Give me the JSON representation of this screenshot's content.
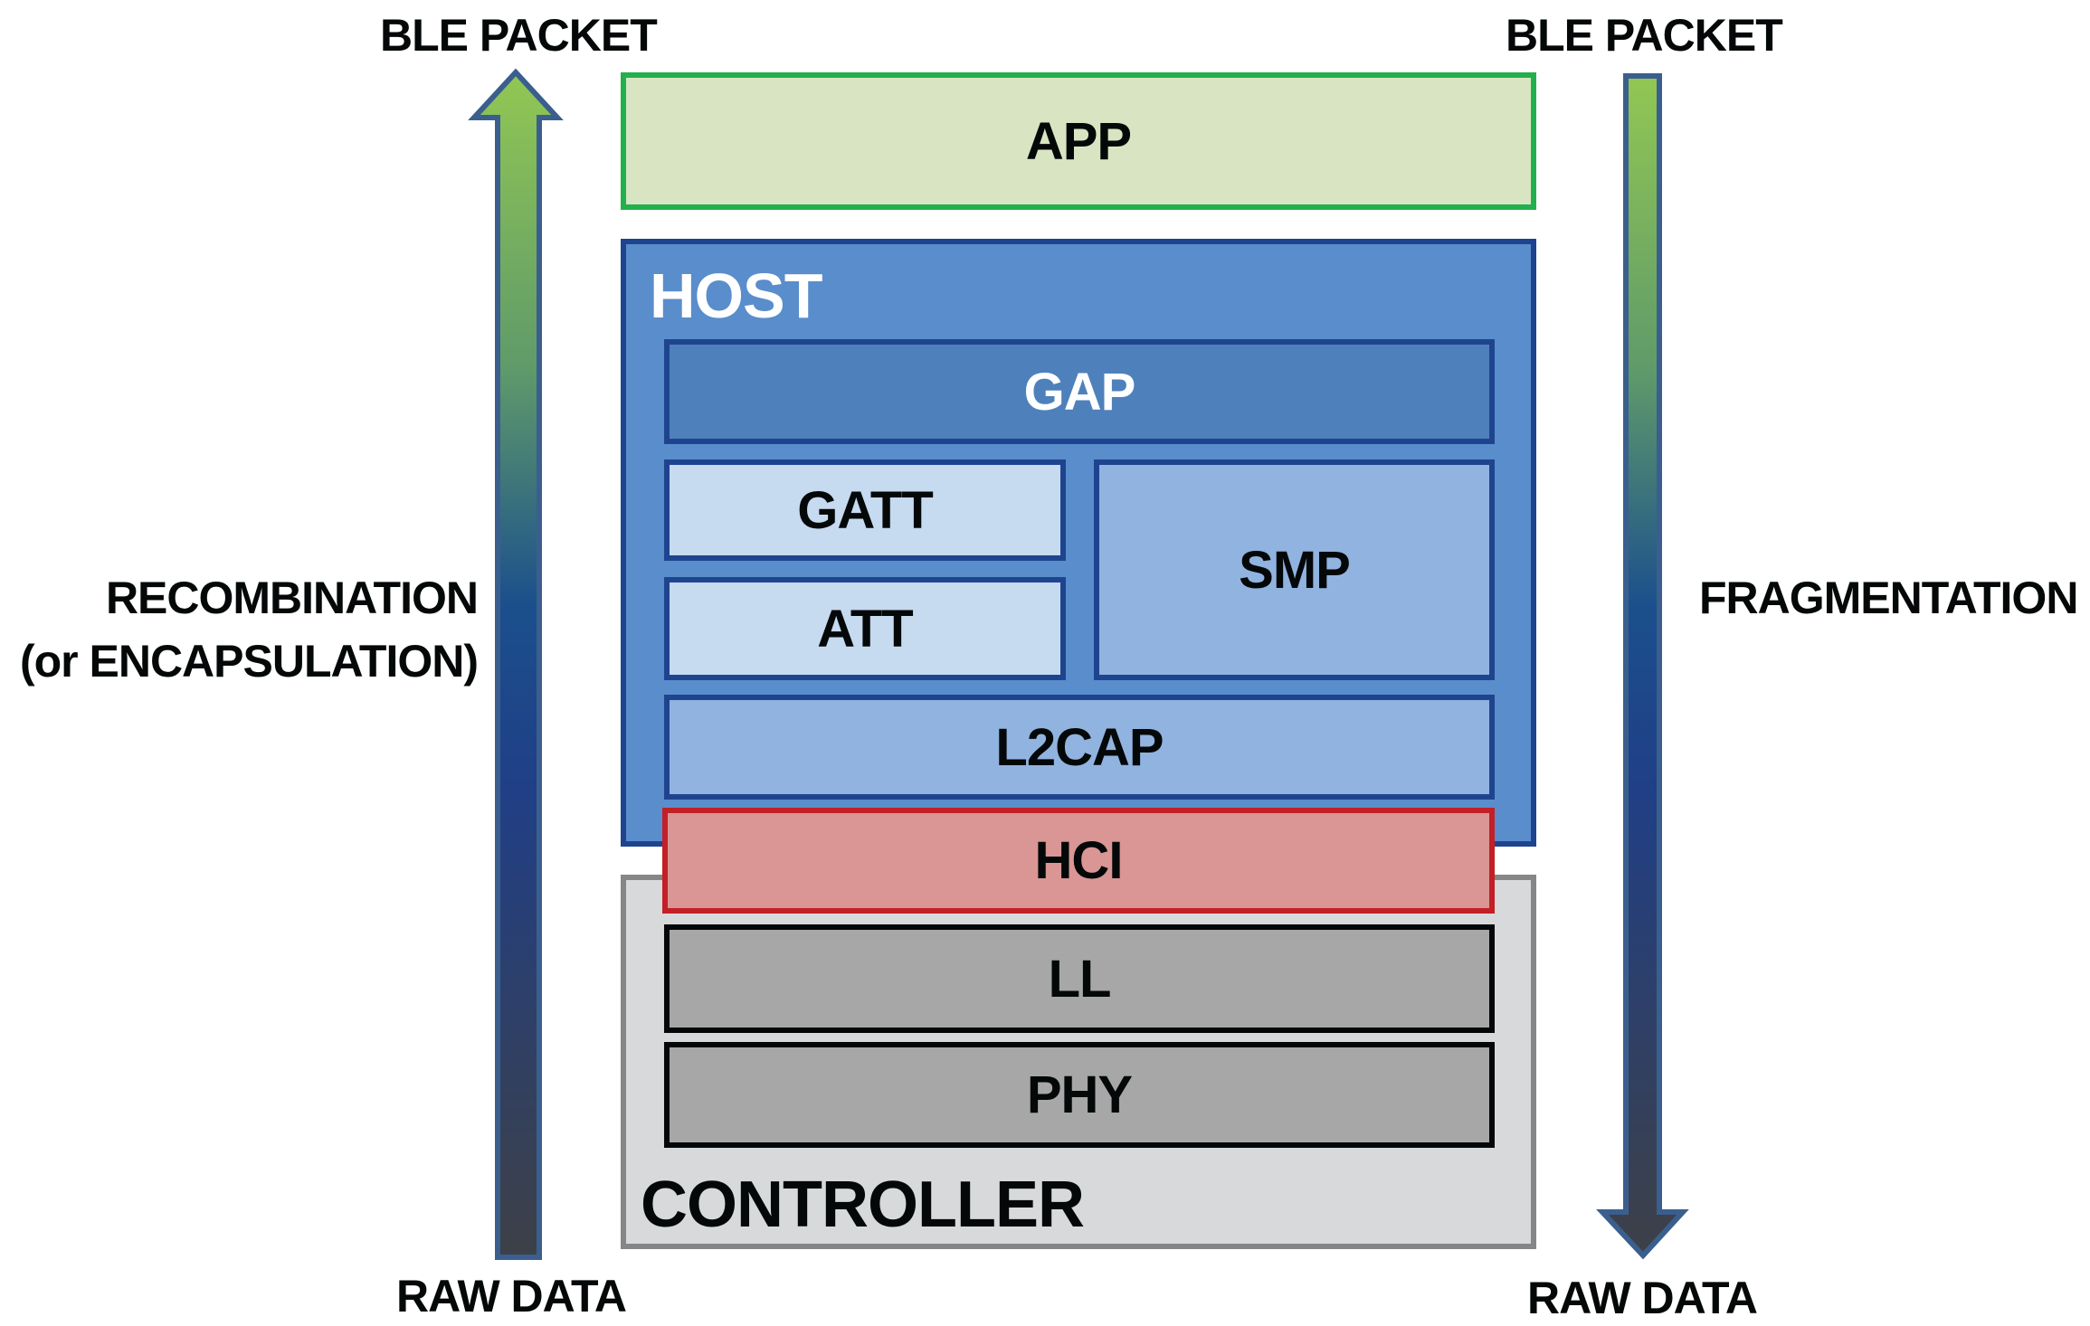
{
  "left_side": {
    "top_label": "BLE PACKET",
    "bottom_label": "RAW DATA",
    "process_line1": "RECOMBINATION",
    "process_line2": "(or ENCAPSULATION)",
    "arrow_direction": "up"
  },
  "right_side": {
    "top_label": "BLE PACKET",
    "bottom_label": "RAW DATA",
    "process_label": "FRAGMENTATION",
    "arrow_direction": "down"
  },
  "stack": {
    "app": "APP",
    "host": {
      "title": "HOST",
      "layers": {
        "gap": "GAP",
        "gatt": "GATT",
        "att": "ATT",
        "smp": "SMP",
        "l2cap": "L2CAP"
      }
    },
    "hci": "HCI",
    "controller": {
      "title": "CONTROLLER",
      "layers": {
        "ll": "LL",
        "phy": "PHY"
      }
    }
  },
  "colors": {
    "app_fill": "#d9e5c2",
    "app_border": "#22b04d",
    "host_fill": "#5a8dcb",
    "host_border": "#1f448f",
    "hci_fill": "#d99694",
    "hci_border": "#c21f27",
    "controller_fill": "#d8d9db",
    "controller_layer_fill": "#a6a7a6",
    "arrow_gradient": [
      "#92c753",
      "#1b4f8c",
      "#1f448f",
      "#3d4047"
    ],
    "arrow_border": "#3a5f8e"
  }
}
